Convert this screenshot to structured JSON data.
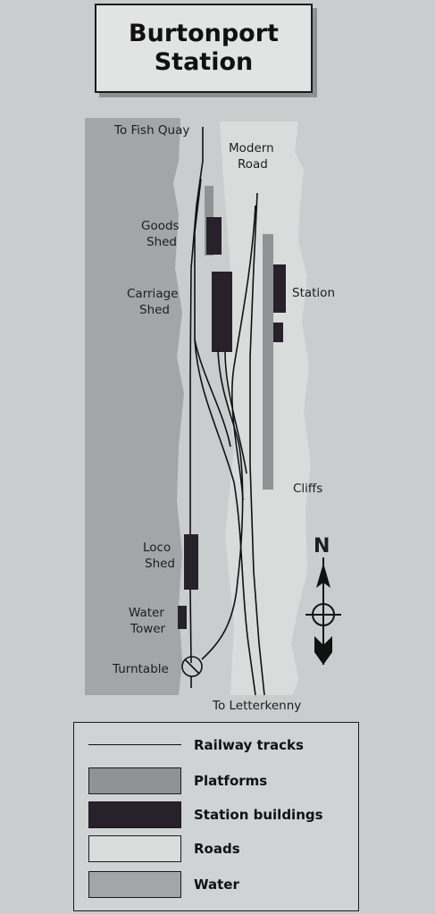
{
  "title": {
    "line1": "Burtonport",
    "line2": "Station"
  },
  "map_labels": {
    "to_fish_quay": "To Fish Quay",
    "modern_road_1": "Modern",
    "modern_road_2": "Road",
    "goods_shed_1": "Goods",
    "goods_shed_2": "Shed",
    "carriage_shed_1": "Carriage",
    "carriage_shed_2": "Shed",
    "station": "Station",
    "cliffs": "Cliffs",
    "loco_shed_1": "Loco",
    "loco_shed_2": "Shed",
    "water_tower_1": "Water",
    "water_tower_2": "Tower",
    "turntable": "Turntable",
    "to_letterkenny": "To Letterkenny",
    "north": "N"
  },
  "legend": [
    {
      "symbol": "line",
      "label": "Railway tracks"
    },
    {
      "symbol": "platform",
      "label": "Platforms"
    },
    {
      "symbol": "building",
      "label": "Station buildings"
    },
    {
      "symbol": "road",
      "label": "Roads"
    },
    {
      "symbol": "water",
      "label": "Water"
    }
  ],
  "colors": {
    "water": "#a2a6a8",
    "road": "#dadcdc",
    "platform": "#8f9394",
    "building": "#27212b",
    "track": "#111111",
    "land": "#c9cdce"
  }
}
